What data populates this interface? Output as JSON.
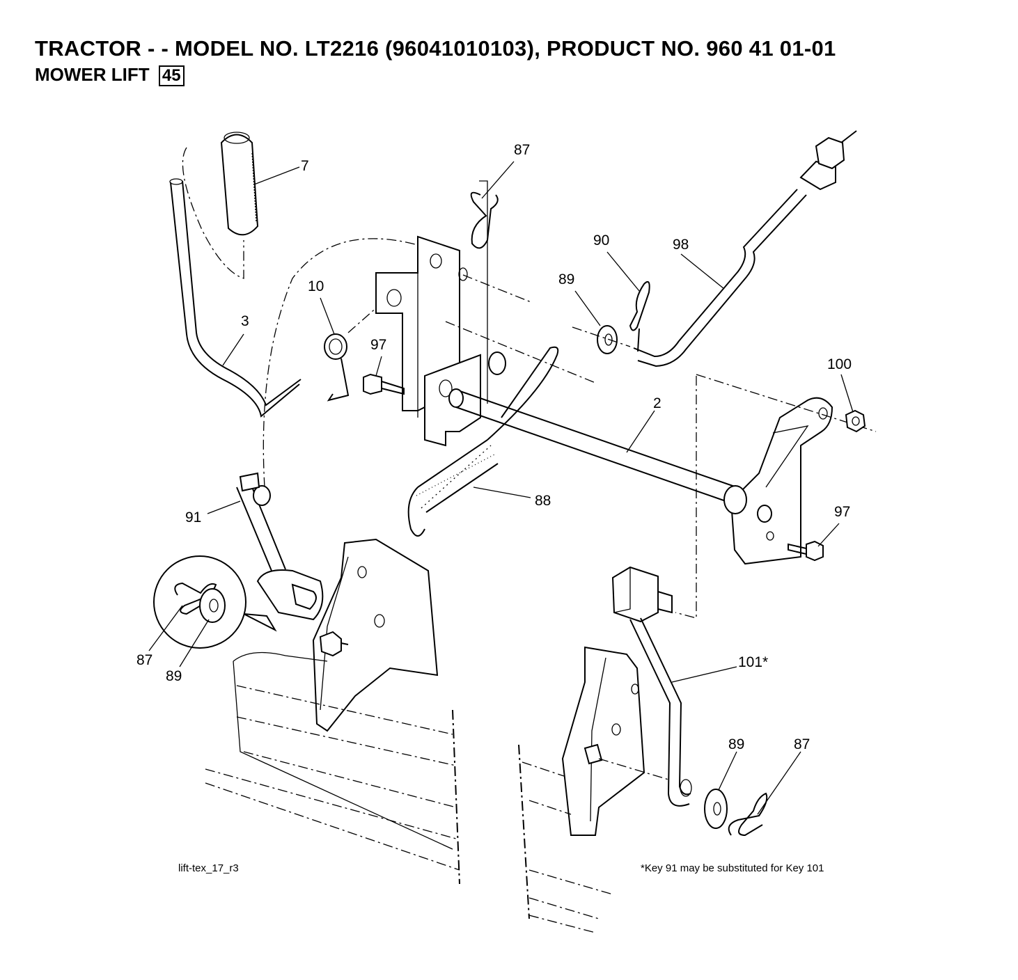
{
  "header": {
    "title": "TRACTOR - - MODEL NO. LT2216   (96041010103), PRODUCT NO. 960 41 01-01",
    "subtitle": "MOWER LIFT",
    "page_number": "45"
  },
  "callouts": [
    {
      "id": "c7",
      "text": "7"
    },
    {
      "id": "c87a",
      "text": "87"
    },
    {
      "id": "c90",
      "text": "90"
    },
    {
      "id": "c98",
      "text": "98"
    },
    {
      "id": "c89a",
      "text": "89"
    },
    {
      "id": "c10",
      "text": "10"
    },
    {
      "id": "c3",
      "text": "3"
    },
    {
      "id": "c97a",
      "text": "97"
    },
    {
      "id": "c100",
      "text": "100"
    },
    {
      "id": "c2",
      "text": "2"
    },
    {
      "id": "c88",
      "text": "88"
    },
    {
      "id": "c91",
      "text": "91"
    },
    {
      "id": "c97b",
      "text": "97"
    },
    {
      "id": "c87b",
      "text": "87"
    },
    {
      "id": "c89b",
      "text": "89"
    },
    {
      "id": "c101",
      "text": "101*"
    },
    {
      "id": "c89c",
      "text": "89"
    },
    {
      "id": "c87c",
      "text": "87"
    }
  ],
  "footer": {
    "drawing_id": "lift-tex_17_r3",
    "note": "*Key 91 may be substituted for Key 101"
  }
}
